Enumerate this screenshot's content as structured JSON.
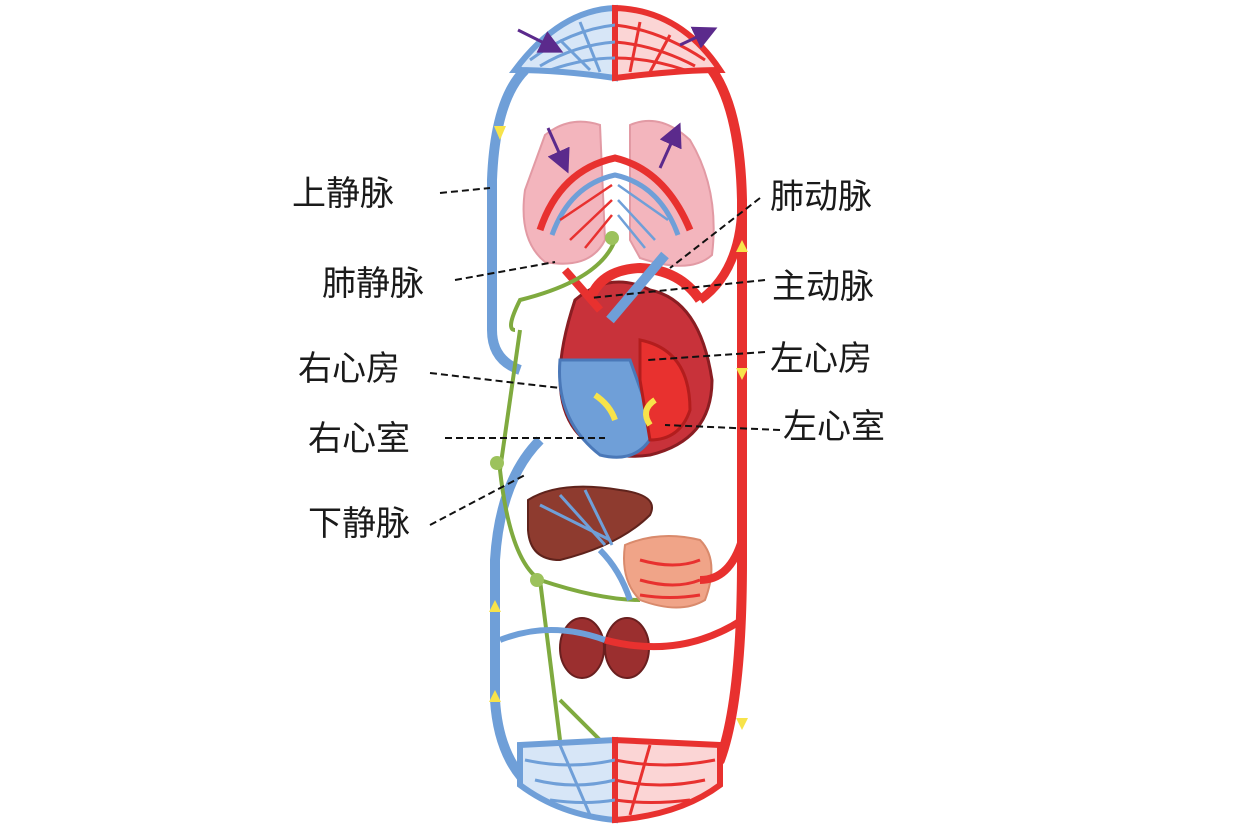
{
  "labels": {
    "superior_vena_cava": "上静脉",
    "pulmonary_vein": "肺静脉",
    "right_atrium": "右心房",
    "right_ventricle": "右心室",
    "inferior_vena_cava": "下静脉",
    "pulmonary_artery": "肺动脉",
    "aorta": "主动脉",
    "left_atrium": "左心房",
    "left_ventricle": "左心室"
  },
  "colors": {
    "vein": "#6f9fd8",
    "vein_dark": "#4a78b8",
    "artery": "#e8312f",
    "artery_dark": "#b31d1d",
    "lymph": "#7faa3f",
    "lung": "#f3b5bd",
    "liver": "#8e3b2f",
    "pancreas": "#f0a488",
    "kidney": "#9b2f2f",
    "flow_arrow": "#f7e34a",
    "gas_arrow": "#5b2a8c"
  }
}
